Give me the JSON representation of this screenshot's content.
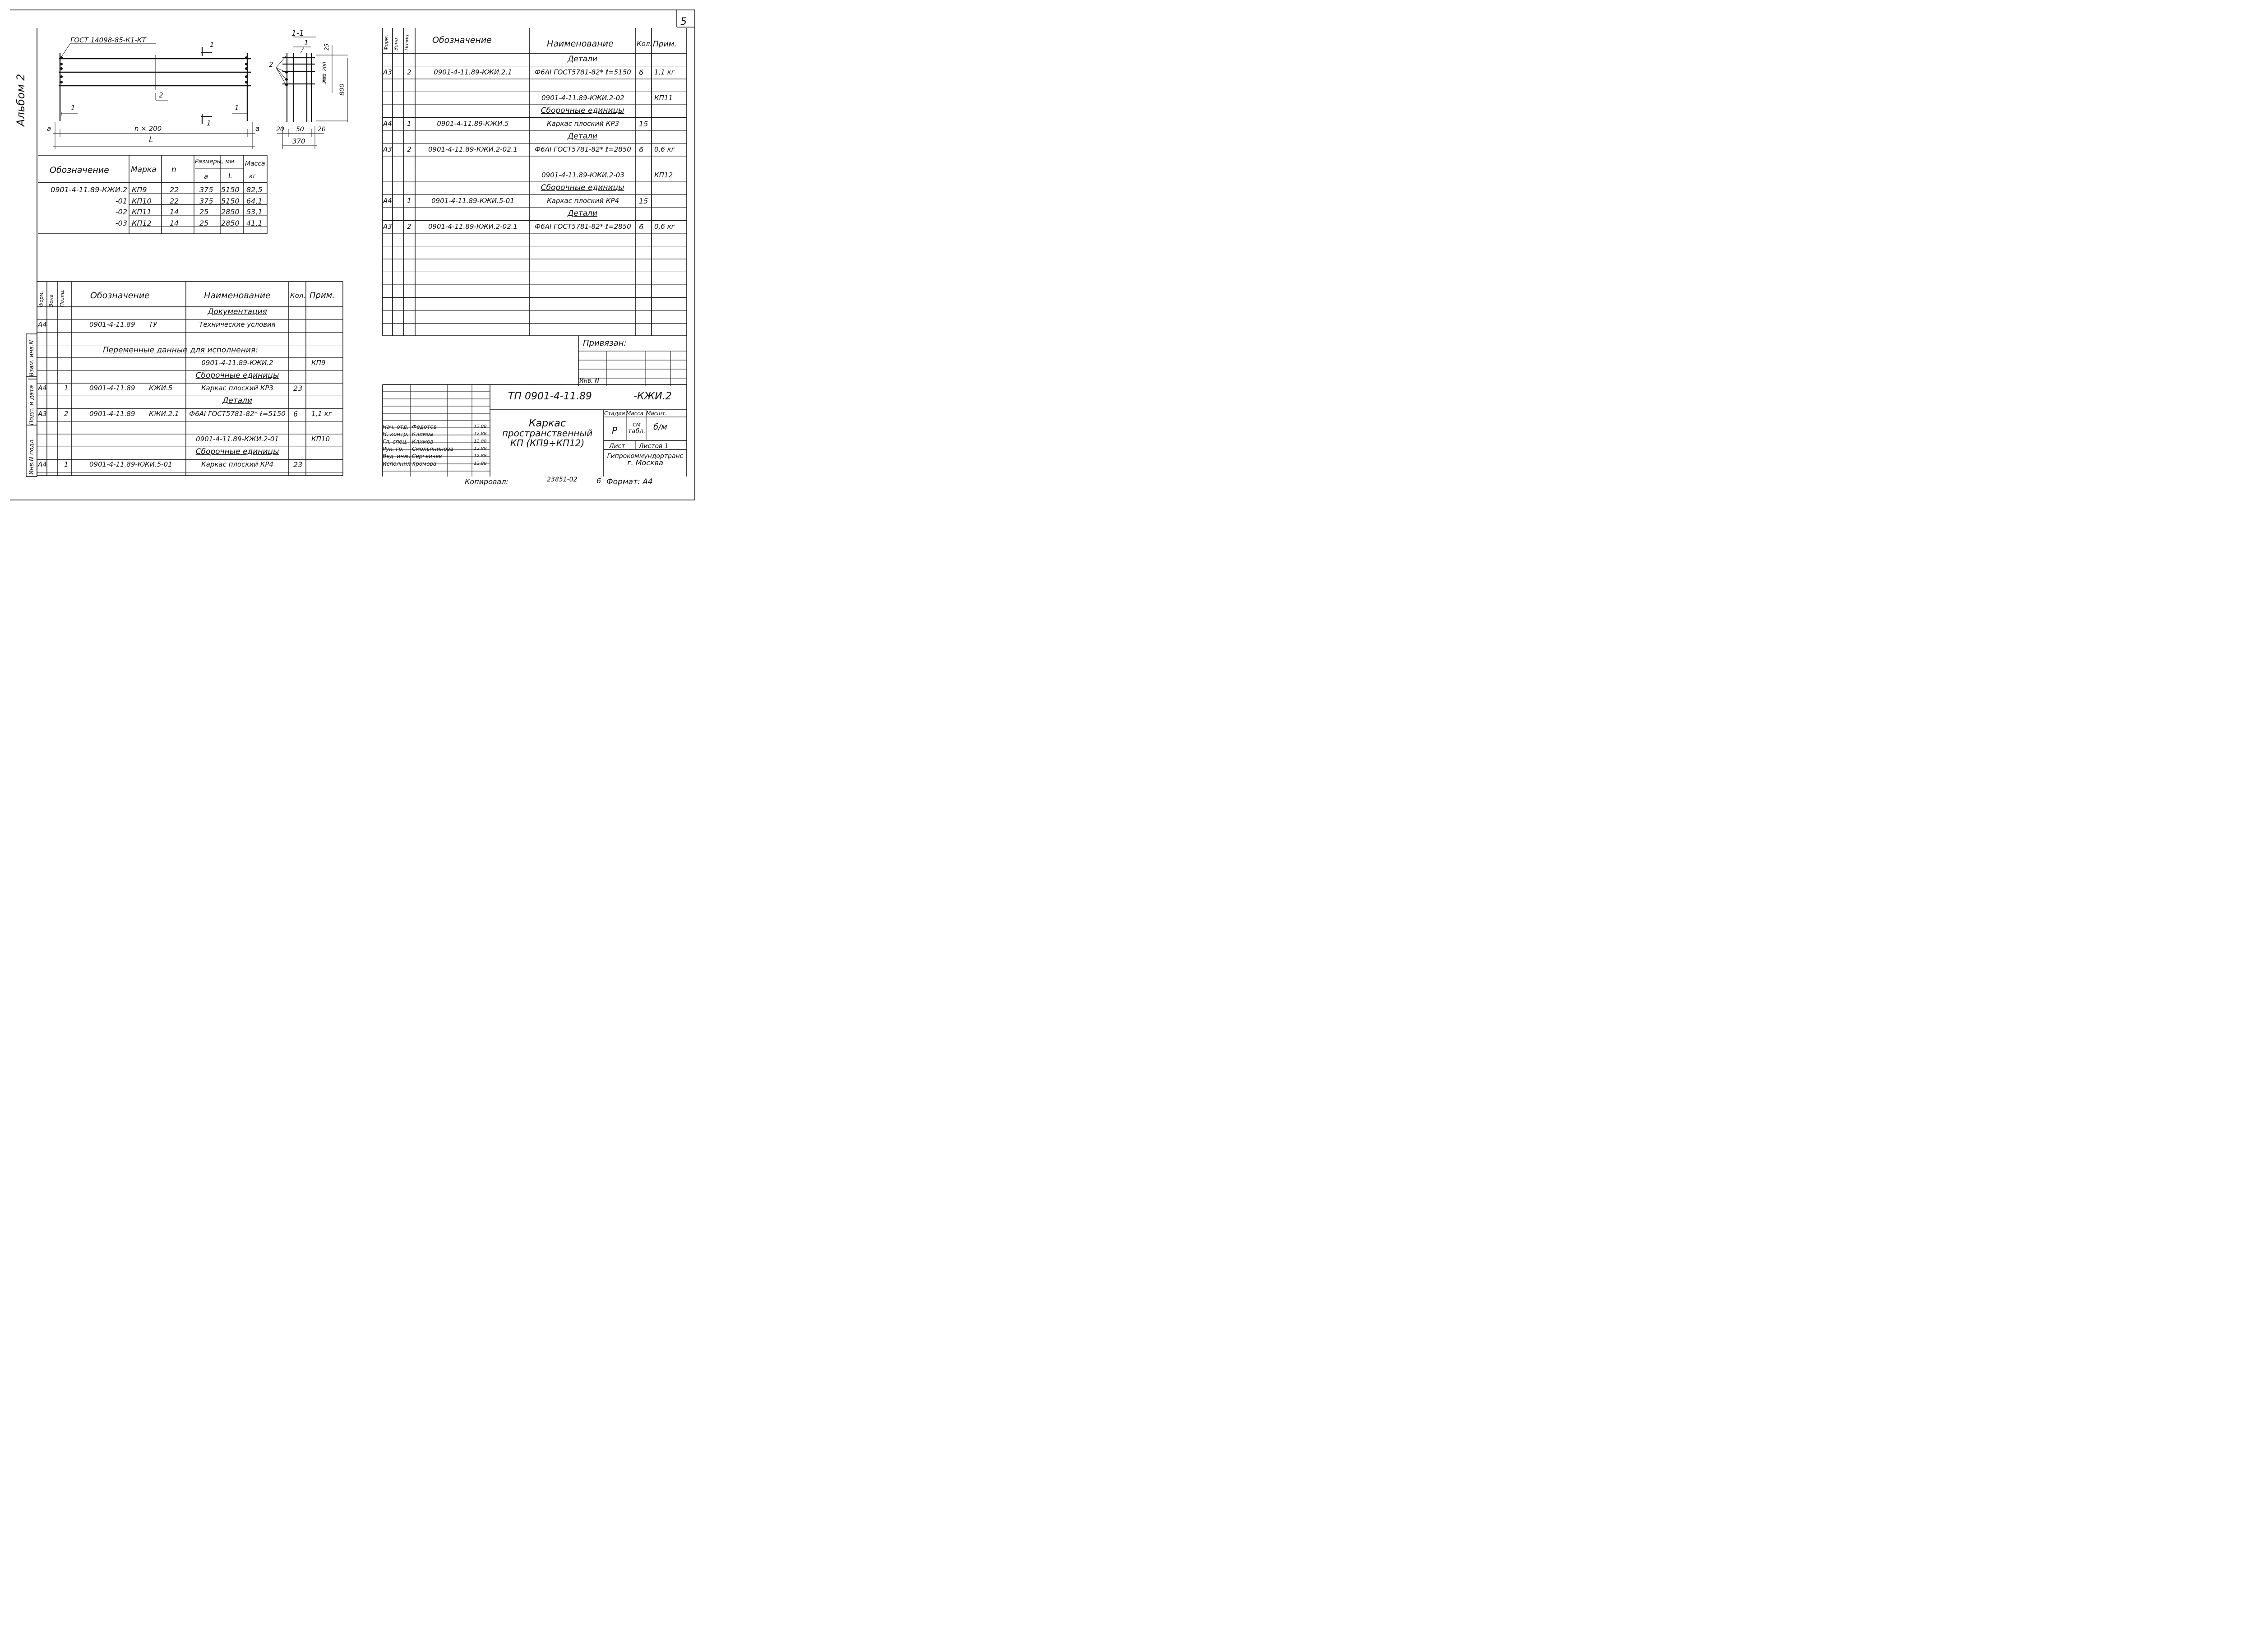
{
  "page_number": "5",
  "album": "Альбом 2",
  "drawing": {
    "top_label": "ГОСТ 14098-85-К1-КТ",
    "section_label": "1-1",
    "callout_1": "1",
    "callout_2": "2",
    "dims": {
      "a": "a",
      "span": "n × 200",
      "L": "L",
      "d20": "20",
      "d50": "50",
      "d370": "370",
      "d25": "25",
      "d200": "200",
      "d800": "800"
    }
  },
  "size_table": {
    "headers": {
      "designation": "Обозначение",
      "mark": "Марка",
      "n": "n",
      "sizes": "Размеры, мм",
      "a": "a",
      "L": "L",
      "mass": "Масса",
      "kg": "кг"
    },
    "rows": [
      {
        "designation": "0901-4-11.89-КЖИ.2",
        "mark": "КП9",
        "n": "22",
        "a": "375",
        "L": "5150",
        "mass": "82,5"
      },
      {
        "designation": "-01",
        "mark": "КП10",
        "n": "22",
        "a": "375",
        "L": "5150",
        "mass": "64,1"
      },
      {
        "designation": "-02",
        "mark": "КП11",
        "n": "14",
        "a": "25",
        "L": "2850",
        "mass": "53,1"
      },
      {
        "designation": "-03",
        "mark": "КП12",
        "n": "14",
        "a": "25",
        "L": "2850",
        "mass": "41,1"
      }
    ]
  },
  "spec_headers": {
    "format": "Форм.",
    "zone": "Зона",
    "pos": "Позиц.",
    "designation": "Обозначение",
    "name": "Наименование",
    "qty": "Кол.",
    "note": "Прим."
  },
  "spec_right": [
    {
      "name": "Детали",
      "section": true
    },
    {
      "format": "А3",
      "pos": "2",
      "designation": "0901-4-11.89-КЖИ.2.1",
      "name": "Ф6АI ГОСТ5781-82* ℓ=5150",
      "qty": "6",
      "note": "1,1 кг"
    },
    {},
    {
      "name": "0901-4-11.89-КЖИ.2-02",
      "note": "КП11"
    },
    {
      "name": "Сборочные единицы",
      "section": true
    },
    {
      "format": "А4",
      "pos": "1",
      "designation": "0901-4-11.89-КЖИ.5",
      "name": "Каркас плоский КР3",
      "qty": "15"
    },
    {
      "name": "Детали",
      "section": true
    },
    {
      "format": "А3",
      "pos": "2",
      "designation": "0901-4-11.89-КЖИ.2-02.1",
      "name": "Ф6АI ГОСТ5781-82* ℓ=2850",
      "qty": "6",
      "note": "0,6 кг"
    },
    {},
    {
      "name": "0901-4-11.89-КЖИ.2-03",
      "note": "КП12"
    },
    {
      "name": "Сборочные единицы",
      "section": true
    },
    {
      "format": "А4",
      "pos": "1",
      "designation": "0901-4-11.89-КЖИ.5-01",
      "name": "Каркас плоский КР4",
      "qty": "15"
    },
    {
      "name": "Детали",
      "section": true
    },
    {
      "format": "А3",
      "pos": "2",
      "designation": "0901-4-11.89-КЖИ.2-02.1",
      "name": "Ф6АI ГОСТ5781-82* ℓ=2850",
      "qty": "6",
      "note": "0,6 кг"
    }
  ],
  "spec_left": [
    {
      "name": "Документация",
      "section": true
    },
    {
      "format": "А4",
      "designation": "0901-4-11.89",
      "des2": "ТУ",
      "name": "Технические условия"
    },
    {},
    {
      "name": "Переменные данные для исполнения:",
      "wide": true
    },
    {
      "name": "0901-4-11.89-КЖИ.2",
      "note": "КП9"
    },
    {
      "name": "Сборочные единицы",
      "section": true
    },
    {
      "format": "А4",
      "pos": "1",
      "designation": "0901-4-11.89",
      "des2": "КЖИ.5",
      "name": "Каркас плоский КР3",
      "qty": "23"
    },
    {
      "name": "Детали",
      "section": true
    },
    {
      "format": "А3",
      "pos": "2",
      "designation": "0901-4-11.89",
      "des2": "КЖИ.2.1",
      "name": "Ф6АI ГОСТ5781-82* ℓ=5150",
      "qty": "6",
      "note": "1,1 кг"
    },
    {},
    {
      "name": "0901-4-11.89-КЖИ.2-01",
      "note": "КП10"
    },
    {
      "name": "Сборочные единицы",
      "section": true
    },
    {
      "format": "А4",
      "pos": "1",
      "designation": "0901-4-11.89-КЖИ.5-01",
      "name": "Каркас плоский КР4",
      "qty": "23"
    }
  ],
  "side_stamps": [
    "Инв.N подл.",
    "Подп. и дата",
    "Взам. инв.N"
  ],
  "bound": {
    "label": "Привязан:",
    "inv": "Инв. N"
  },
  "title_block": {
    "code": "ТП 0901-4-11.89",
    "suffix": "-КЖИ.2",
    "title": "Каркас пространственный КП (КП9÷КП12)",
    "title_l1": "Каркас",
    "title_l2": "пространственный",
    "title_l3": "КП (КП9÷КП12)",
    "stage_h": "Стадия",
    "mass_h": "Масса",
    "scale_h": "Масшт.",
    "stage": "Р",
    "mass": "см табл.",
    "scale": "б/м",
    "sheet": "Лист",
    "sheets": "Листов 1",
    "org": "Гипрокоммундортранс г. Москва",
    "org_l1": "Гипрокоммундортранс",
    "org_l2": "г. Москва",
    "people": [
      {
        "role": "Нач. отд.",
        "name": "Федотов",
        "date": "12.88"
      },
      {
        "role": "Н. контр.",
        "name": "Климов",
        "date": "12.88"
      },
      {
        "role": "Гл. спец.",
        "name": "Климов",
        "date": "12.88"
      },
      {
        "role": "Рук. гр.",
        "name": "Смольянинова",
        "date": "12.88"
      },
      {
        "role": "Вед. инж.",
        "name": "Сергеичев",
        "date": "12.88"
      },
      {
        "role": "Исполнил",
        "name": "Хромова",
        "date": "12.88"
      }
    ]
  },
  "footer": {
    "copied": "Копировал:",
    "number": "23851-02",
    "sheet_no": "6",
    "format": "Формат: А4"
  }
}
